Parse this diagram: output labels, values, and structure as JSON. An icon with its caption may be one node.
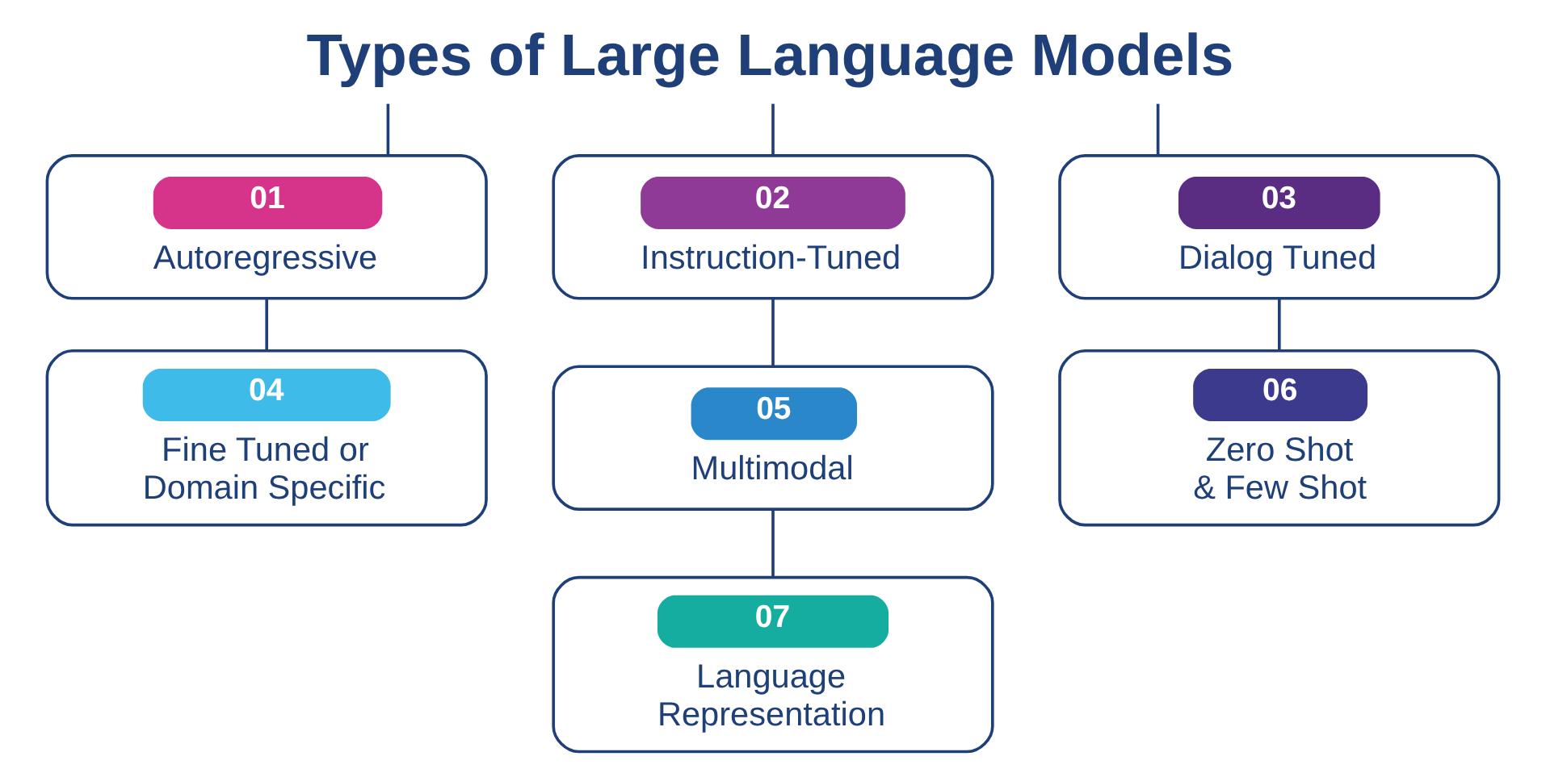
{
  "diagram": {
    "nodes": [
      {
        "text": [
          "Types of Large Language Models"
        ]
      },
      {
        "text": [
          "01",
          "Autoregressive"
        ]
      },
      {
        "text": [
          "02",
          "Instruction-Tuned"
        ]
      },
      {
        "text": [
          "03",
          "Dialog Tuned"
        ]
      },
      {
        "text": [
          "04",
          "Fine Tuned or Domain Specific"
        ]
      },
      {
        "text": [
          "05",
          "Multimodal"
        ]
      },
      {
        "text": [
          "06",
          "Zero Shot & Few Shot"
        ]
      },
      {
        "text": [
          "07",
          "Language Representation"
        ]
      }
    ],
    "edges": [
      {
        "from": 0,
        "to": 1,
        "arrow": "none"
      },
      {
        "from": 0,
        "to": 2,
        "arrow": "none"
      },
      {
        "from": 0,
        "to": 3,
        "arrow": "none"
      },
      {
        "from": 1,
        "to": 4,
        "arrow": "none"
      },
      {
        "from": 2,
        "to": 5,
        "arrow": "none"
      },
      {
        "from": 3,
        "to": 6,
        "arrow": "none"
      },
      {
        "from": 5,
        "to": 7,
        "arrow": "none"
      }
    ]
  }
}
